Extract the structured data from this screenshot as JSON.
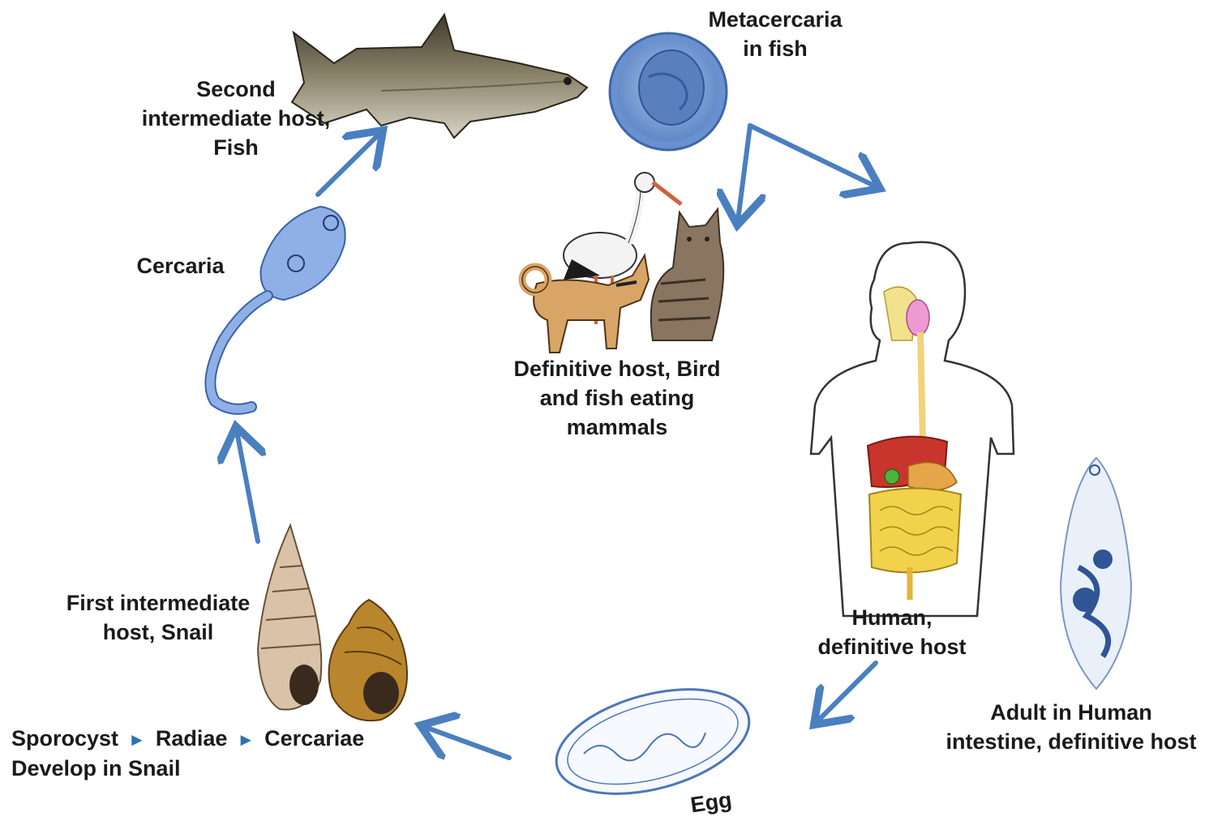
{
  "labels": {
    "metacercaria": [
      "Metacercaria",
      "in fish"
    ],
    "second_host": [
      "Second",
      "intermediate host,",
      "Fish"
    ],
    "cercaria": "Cercaria",
    "definitive_animals": [
      "Definitive host, Bird",
      "and fish eating",
      "mammals"
    ],
    "human": [
      "Human,",
      "definitive host"
    ],
    "adult": [
      "Adult in Human",
      "intestine, definitive host"
    ],
    "egg": "Egg",
    "first_host": [
      "First intermediate",
      "host, Snail"
    ],
    "snail_stages": {
      "sporocyst": "Sporocyst",
      "radiae": "Radiae",
      "cercariae": "Cercariae",
      "develop": "Develop in Snail",
      "stage_arrow": "►"
    }
  },
  "icons": [
    "fish",
    "metacercaria-cyst",
    "stork",
    "dog",
    "cat",
    "human-digestive",
    "adult-fluke",
    "egg",
    "snail-tower",
    "snail-round",
    "cercaria"
  ],
  "colors": {
    "arrow": "#4a7fc0",
    "text": "#1a1a1a",
    "stage_arrow": "#2e6fb8"
  }
}
